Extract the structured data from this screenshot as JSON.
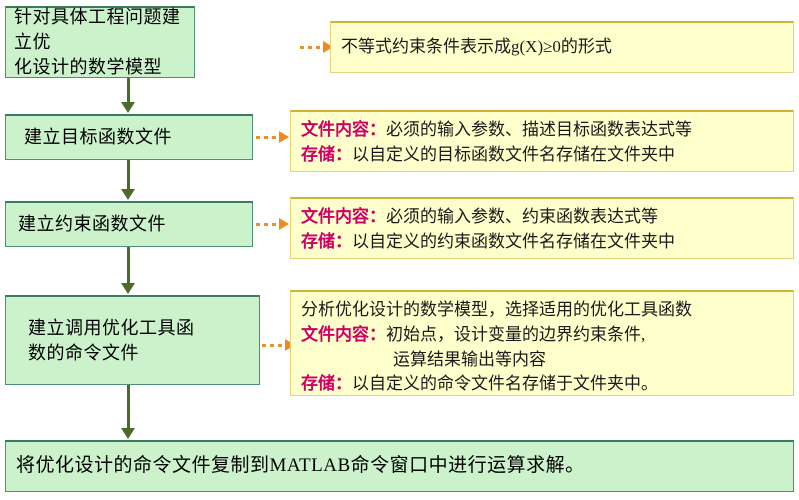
{
  "diagram": {
    "title": "优化设计数学模型与MATLAB求解流程",
    "colors": {
      "process_fill": "#ccf2cc",
      "process_border": "#4f8f72",
      "note_fill": "#ffffcc",
      "note_border": "#d4b331",
      "flow_arrow": "#4a6b2a",
      "dotted_arrow": "#f08a1e",
      "label_accent": "#cc0066",
      "background": "#ffffff"
    }
  },
  "process_steps": [
    {
      "id": "step-1",
      "text": "针对具体工程问题建立优\n化设计的数学模型"
    },
    {
      "id": "step-2",
      "text": "建立目标函数文件"
    },
    {
      "id": "step-3",
      "text": "建立约束函数文件"
    },
    {
      "id": "step-4",
      "text": "建立调用优化工具函\n数的命令文件"
    },
    {
      "id": "step-5",
      "text": "将优化设计的命令文件复制到MATLAB命令窗口中进行运算求解。"
    }
  ],
  "notes": [
    {
      "id": "note-1",
      "lines": [
        {
          "label": "",
          "text": "不等式约束条件表示成g(X)≥0的形式"
        }
      ]
    },
    {
      "id": "note-2",
      "lines": [
        {
          "label": "文件内容：",
          "text": "必须的输入参数、描述目标函数表达式等"
        },
        {
          "label": "存储：",
          "text": "以自定义的目标函数文件名存储在文件夹中"
        }
      ]
    },
    {
      "id": "note-3",
      "lines": [
        {
          "label": "文件内容：",
          "text": "必须的输入参数、约束函数表达式等"
        },
        {
          "label": "存储：",
          "text": "以自定义的约束函数文件名存储在文件夹中"
        }
      ]
    },
    {
      "id": "note-4",
      "lines": [
        {
          "label": "",
          "text": "分析优化设计的数学模型，选择适用的优化工具函数"
        },
        {
          "label": "文件内容：",
          "text": "初始点，设计变量的边界约束条件,"
        },
        {
          "label": "",
          "text": "运算结果输出等内容",
          "indent": true
        },
        {
          "label": "存储：",
          "text": "以自定义的命令文件名存储于文件夹中。"
        }
      ]
    }
  ],
  "connectors": {
    "flow_arrow_icon": "down-arrow-icon",
    "note_arrow_icon": "dotted-right-arrow-icon"
  }
}
